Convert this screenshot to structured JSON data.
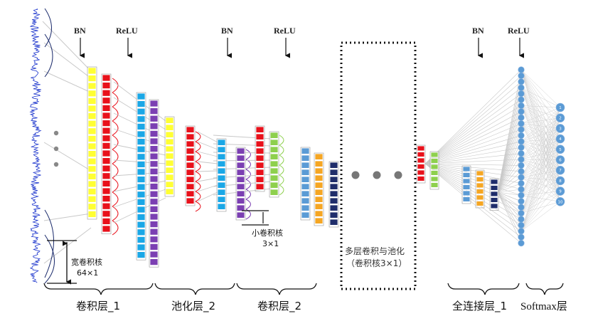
{
  "annotations": {
    "bn_label": "BN",
    "relu_label": "ReLU"
  },
  "wide_kernel": {
    "line1": "宽卷积核",
    "line2": "64×1"
  },
  "small_kernel": {
    "line1": "小卷积核",
    "line2": "3×1"
  },
  "multi_layer": {
    "line1": "多层卷积与池化",
    "line2": "（卷积核3×1）"
  },
  "stage_labels": {
    "conv1": "卷积层_1",
    "pool2": "池化层_2",
    "conv2": "卷积层_2",
    "fc1": "全连接层_1",
    "softmax": "Softmax层"
  },
  "output_nodes": [
    "1",
    "2",
    "3",
    "4",
    "5",
    "6",
    "7",
    "8",
    "9",
    "10"
  ],
  "colors": {
    "yellow": "#ffff33",
    "red": "#e8111b",
    "cyan": "#1aa7e6",
    "purple": "#7b3fb2",
    "green": "#8ed04e",
    "lightblue": "#5b9bd5",
    "orange": "#f5a623",
    "navy": "#1f2d6b",
    "signal": "#1a33cc",
    "node": "#5b9bd5",
    "gray": "#bdbdbd"
  }
}
